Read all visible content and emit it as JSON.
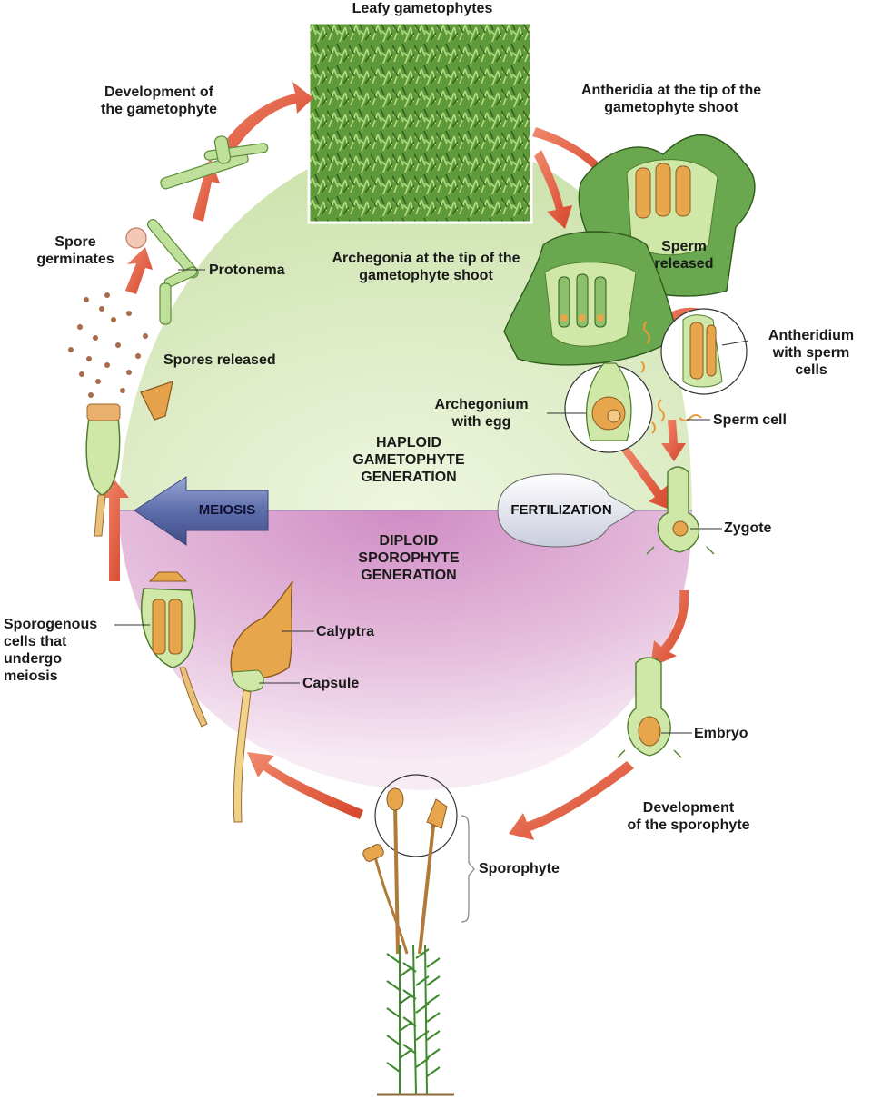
{
  "labels": {
    "leafy_gametophytes": "Leafy gametophytes",
    "development_gametophyte": [
      "Development of",
      "the gametophyte"
    ],
    "antheridia_tip": [
      "Antheridia at the tip of the",
      "gametophyte shoot"
    ],
    "spore_germinates": [
      "Spore",
      "germinates"
    ],
    "protonema": "Protonema",
    "archegonia_tip": [
      "Archegonia at the tip of the",
      "gametophyte shoot"
    ],
    "sperm_released": [
      "Sperm",
      "released"
    ],
    "antheridium": [
      "Antheridium",
      "with sperm",
      "cells"
    ],
    "spores_released": "Spores released",
    "archegonium": [
      "Archegonium",
      "with egg"
    ],
    "sperm_cell": "Sperm cell",
    "haploid": [
      "HAPLOID",
      "GAMETOPHYTE",
      "GENERATION"
    ],
    "diploid": [
      "DIPLOID",
      "SPOROPHYTE",
      "GENERATION"
    ],
    "meiosis": "MEIOSIS",
    "fertilization": "FERTILIZATION",
    "zygote": "Zygote",
    "sporogenous": [
      "Sporogenous",
      "cells that",
      "undergo",
      "meiosis"
    ],
    "calyptra": "Calyptra",
    "capsule": "Capsule",
    "embryo": "Embryo",
    "development_sporophyte": [
      "Development",
      "of the sporophyte"
    ],
    "sporophyte": "Sporophyte"
  },
  "colors": {
    "haploid_zone": "#d4e6b8",
    "diploid_zone": "#d9a0cf",
    "arrow": "#e8553a",
    "meiosis_arrow": "#6f7fb8",
    "plant_green": "#4f9a3c",
    "tissue_green": "#cfe8a8",
    "capsule_orange": "#e8a64c"
  }
}
